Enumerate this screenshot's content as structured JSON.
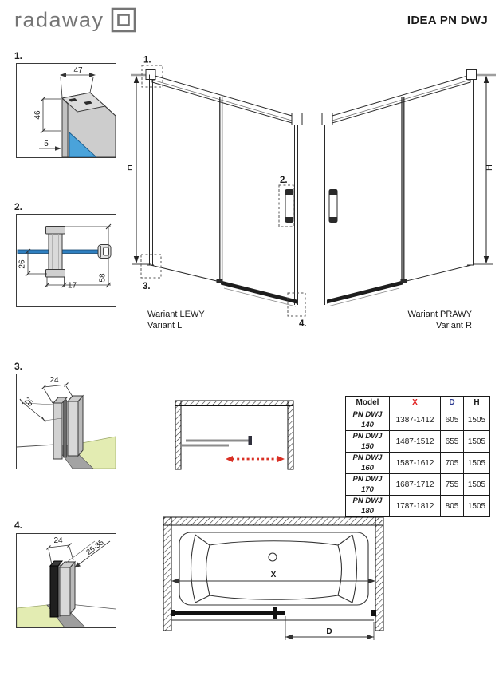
{
  "header": {
    "logo_text": "radaway",
    "title": "IDEA PN DWJ"
  },
  "details": {
    "d1": {
      "label": "1.",
      "width": "47",
      "height": "46",
      "gap": "5"
    },
    "d2": {
      "label": "2.",
      "glass_offset": "26",
      "depth": "17",
      "height": "58"
    },
    "d3": {
      "label": "3.",
      "depth": "25",
      "width": "24"
    },
    "d4": {
      "label": "4.",
      "width": "24",
      "adjust_range": "25-35"
    }
  },
  "variants": {
    "left": {
      "h_label": "H",
      "title": "Wariant LEWY",
      "subtitle": "Variant L",
      "callout_1": "1.",
      "callout_2": "2.",
      "callout_3": "3.",
      "callout_4": "4."
    },
    "right": {
      "h_label": "H",
      "title": "Wariant PRAWY",
      "subtitle": "Variant R"
    }
  },
  "table": {
    "headers": [
      "Model",
      "X",
      "D",
      "H"
    ],
    "rows": [
      {
        "model": "PN DWJ 140",
        "x": "1387-1412",
        "d": "605",
        "h": "1505"
      },
      {
        "model": "PN DWJ 150",
        "x": "1487-1512",
        "d": "655",
        "h": "1505"
      },
      {
        "model": "PN DWJ 160",
        "x": "1587-1612",
        "d": "705",
        "h": "1505"
      },
      {
        "model": "PN DWJ 170",
        "x": "1687-1712",
        "d": "755",
        "h": "1505"
      },
      {
        "model": "PN DWJ 180",
        "x": "1787-1812",
        "d": "805",
        "h": "1505"
      }
    ]
  },
  "tub_diagram": {
    "x_label": "X",
    "d_label": "D"
  },
  "colors": {
    "dimension_red": "#e01f1f",
    "dimension_blue": "#2b3990",
    "slide_arrow_red": "#d93025",
    "glass_blue": "#4aa3da",
    "floor_green": "#e3ecb2",
    "logo_gray": "#757575"
  }
}
